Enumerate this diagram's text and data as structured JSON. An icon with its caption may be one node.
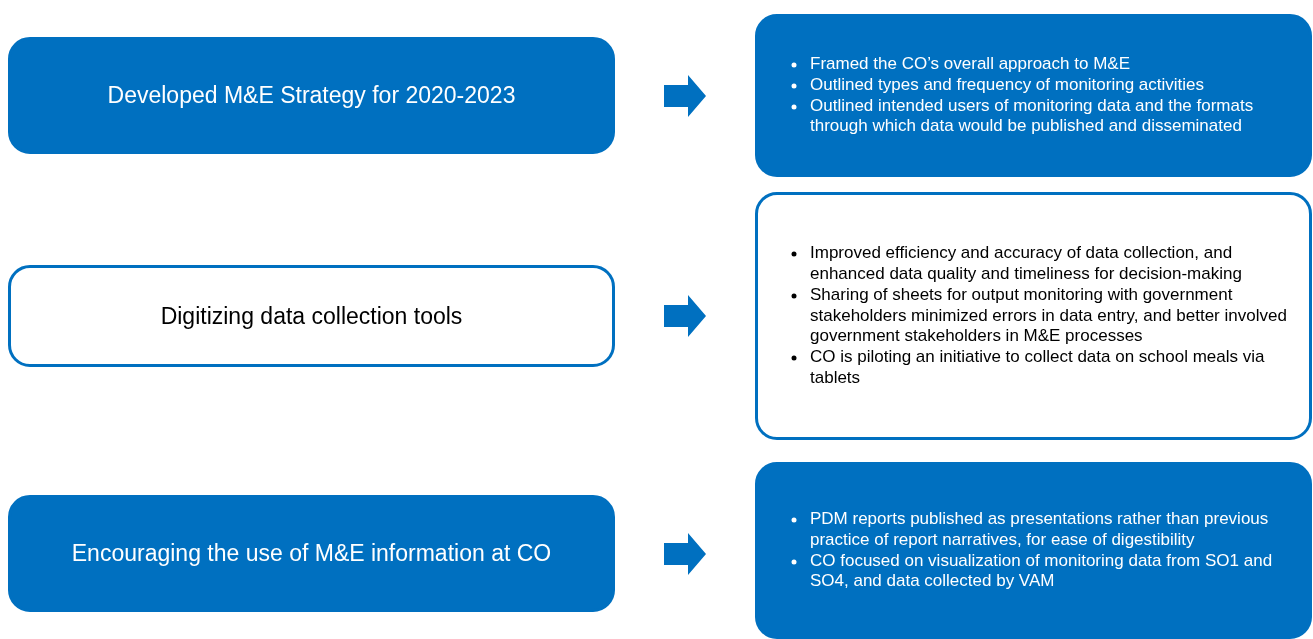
{
  "diagram": {
    "nodes": [
      {
        "text": [
          "Developed M&E Strategy for 2020-2023"
        ]
      },
      {
        "text": [
          "Framed the CO’s overall approach to M&E",
          "Outlined types and frequency of monitoring activities",
          "Outlined intended users of monitoring data and the formats through which data would be published and disseminated"
        ]
      },
      {
        "text": [
          "Digitizing data collection tools"
        ]
      },
      {
        "text": [
          "Improved efficiency and accuracy of data collection, and enhanced data quality and timeliness for decision-making",
          "Sharing of sheets for output monitoring with government stakeholders minimized errors in data entry, and better involved government stakeholders in M&E processes",
          "CO is piloting an initiative to collect data on school meals via tablets"
        ]
      },
      {
        "text": [
          "Encouraging the use of M&E information at CO"
        ]
      },
      {
        "text": [
          "PDM reports published as presentations rather than previous practice of report narratives, for ease of digestibility",
          "CO focused on visualization of monitoring data from SO1 and SO4, and data collected by VAM"
        ]
      }
    ],
    "edges": [
      {
        "from": 0,
        "to": 1,
        "arrow": "to"
      },
      {
        "from": 2,
        "to": 3,
        "arrow": "to"
      },
      {
        "from": 4,
        "to": 5,
        "arrow": "to"
      }
    ]
  }
}
